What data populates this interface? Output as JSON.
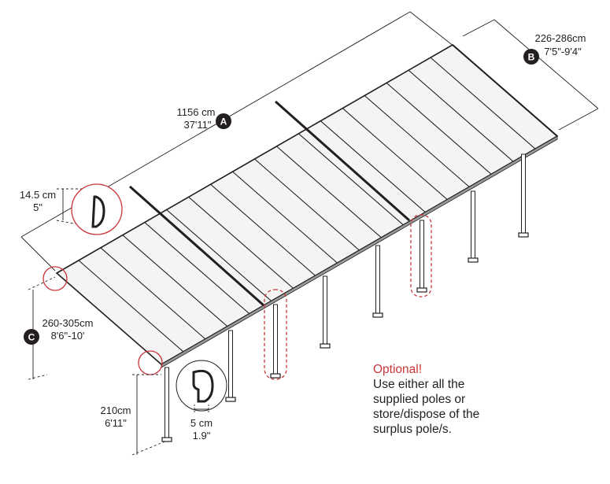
{
  "diagram": {
    "dimensions": {
      "A": {
        "badge": "A",
        "metric": "1156 cm",
        "imperial": "37'11\""
      },
      "B": {
        "badge": "B",
        "metric": "226-286cm",
        "imperial": "7'5\"-9'4\""
      },
      "C": {
        "badge": "C",
        "metric": "260-305cm",
        "imperial": "8'6\"-10'"
      },
      "gutter_height": {
        "metric": "14.5 cm",
        "imperial": "5\""
      },
      "post_height": {
        "metric": "210cm",
        "imperial": "6'11\""
      },
      "post_width": {
        "metric": "5 cm",
        "imperial": "1.9\""
      }
    },
    "note": {
      "title": "Optional!",
      "body_lines": [
        "Use either all the",
        "supplied poles or",
        "store/dispose of the",
        "surplus pole/s."
      ]
    },
    "colors": {
      "ink": "#231f20",
      "accent_red": "#c8363a",
      "panel_fill": "#f4f4f4"
    }
  }
}
